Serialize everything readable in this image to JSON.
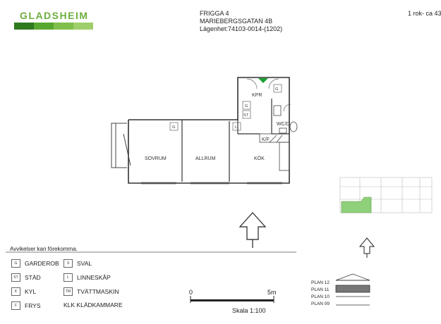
{
  "logo": {
    "name": "GLADSHEIM",
    "colors": [
      "#2f7a1f",
      "#58a82f",
      "#7fbf4a",
      "#9fcf6a"
    ]
  },
  "header": {
    "property": "FRIGGA 4",
    "address": "MARIEBERGSGATAN 4B",
    "apartment": "Lägenhet:74103-0014-(1202)",
    "size": "1 rok- ca 43"
  },
  "rooms": {
    "sovrum": "SOVRUM",
    "allrum": "ALLRUM",
    "kok": "KÖK",
    "kpr": "KPR",
    "wcd": "WC/D",
    "kf": "K/F",
    "g1": "G",
    "g2": "G",
    "g3": "G",
    "st": "ST",
    "l": "L"
  },
  "disclaimer": "Avvikelser kan förekomma.",
  "legend": [
    {
      "code": "G",
      "label": "GARDEROB"
    },
    {
      "code": "S",
      "label": "SVAL"
    },
    {
      "code": "ST",
      "label": "STÄD"
    },
    {
      "code": "L",
      "label": "LINNESKÅP"
    },
    {
      "code": "K",
      "label": "KYL"
    },
    {
      "code": "TM",
      "label": "TVÄTTMASKIN"
    },
    {
      "code": "F",
      "label": "FRYS"
    },
    {
      "code": "",
      "label": "KLK KLÄDKAMMARE"
    }
  ],
  "scale": {
    "start": "0",
    "end": "5m",
    "label": "Skala 1:100"
  },
  "plans": [
    "PLAN 12",
    "PLAN 11",
    "PLAN 10",
    "PLAN 09"
  ],
  "highlight_color": "#8fd07a",
  "entrance_color": "#1aa035"
}
